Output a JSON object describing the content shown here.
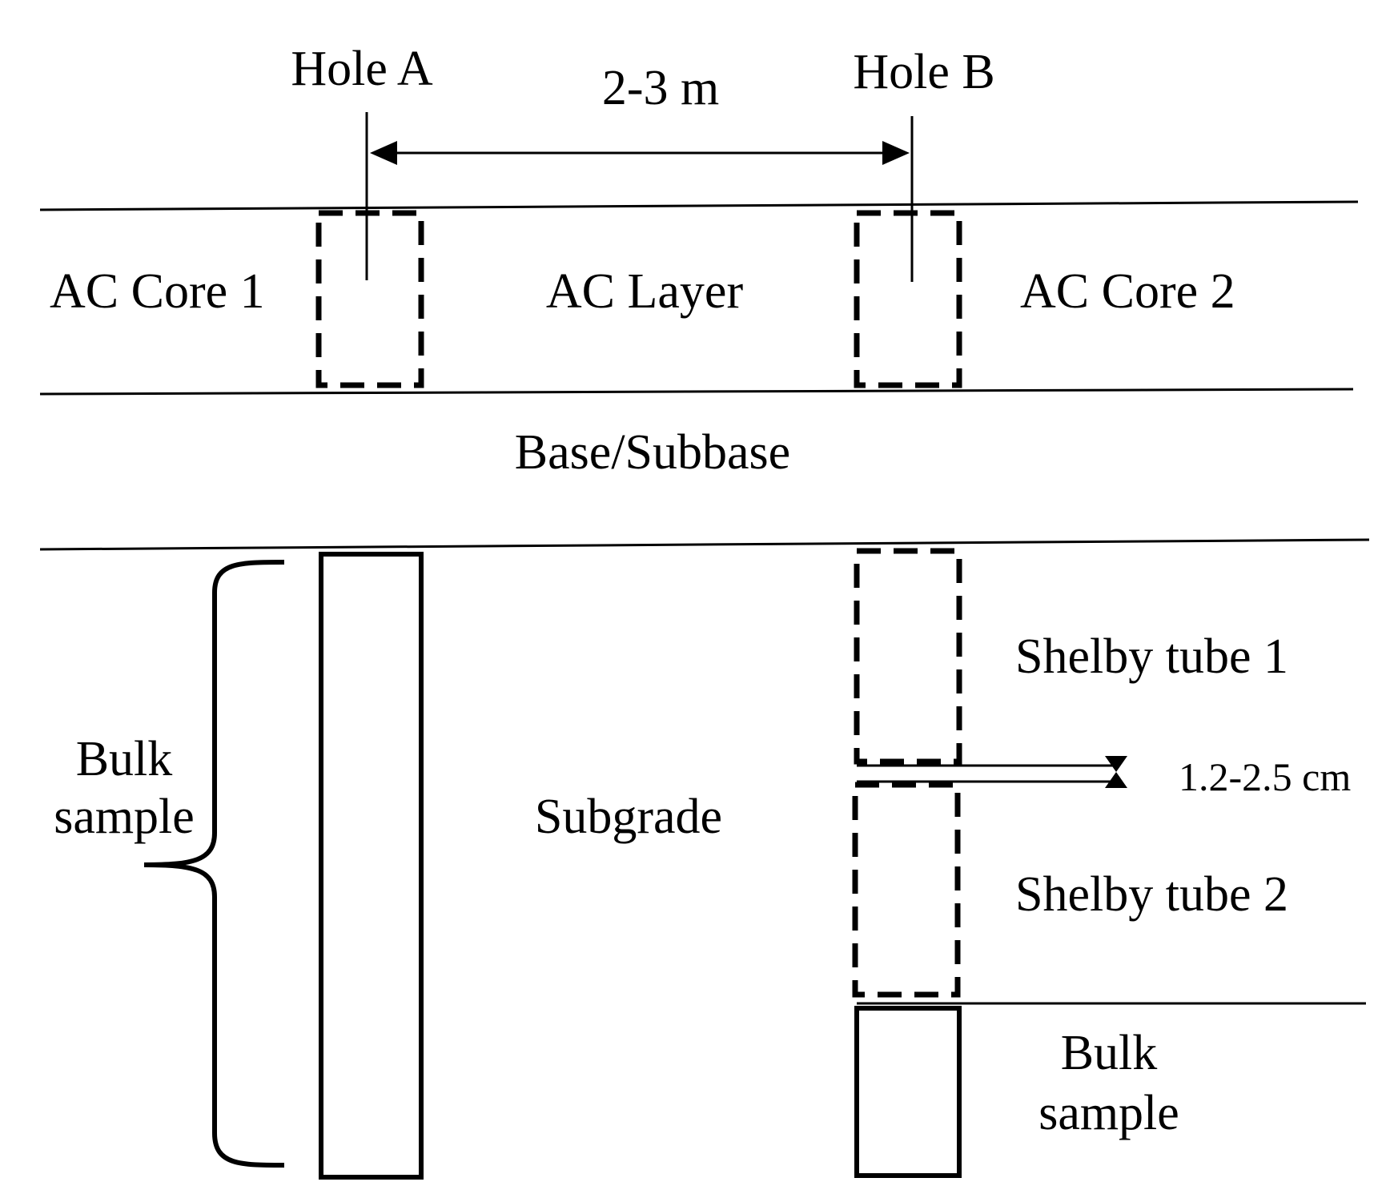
{
  "labels": {
    "hole_a": "Hole A",
    "hole_b": "Hole B",
    "spacing": "2-3 m",
    "ac_core_1": "AC Core 1",
    "ac_layer": "AC Layer",
    "ac_core_2": "AC Core 2",
    "base_subbase": "Base/Subbase",
    "bulk_sample_left_line1": "Bulk",
    "bulk_sample_left_line2": "sample",
    "subgrade": "Subgrade",
    "shelby_tube_1": "Shelby tube 1",
    "shelby_tube_2": "Shelby tube 2",
    "gap": "1.2-2.5 cm",
    "bulk_sample_right_line1": "Bulk",
    "bulk_sample_right_line2": "sample"
  }
}
